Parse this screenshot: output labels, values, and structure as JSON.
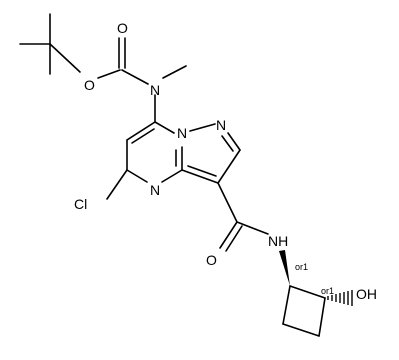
{
  "structure": {
    "atoms": {
      "carbonyl_o": "O",
      "ester_o": "O",
      "carbamate_n": "N",
      "ring_n_bridge": "N",
      "ring_n_pyrazole": "N",
      "ring_n_pyrimidine": "N",
      "chlorine": "Cl",
      "amide_o": "O",
      "amide_nh": "NH",
      "hydroxyl": "OH"
    },
    "stereo_labels": {
      "c1": "or1",
      "c2": "or1"
    }
  }
}
